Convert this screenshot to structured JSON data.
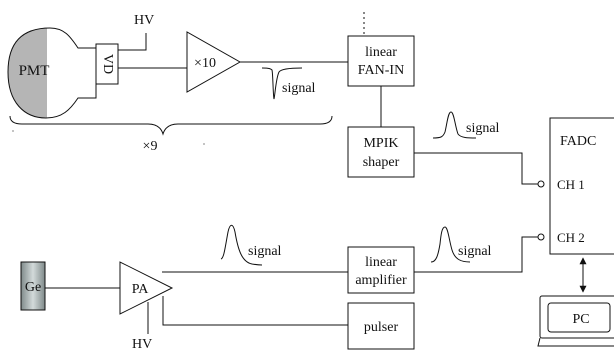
{
  "diagram": {
    "pmt": "PMT",
    "vd": "VD",
    "hv_top": "HV",
    "amp_x10": "×10",
    "signal_1": "signal",
    "fanin": {
      "line1": "linear",
      "line2": "FAN-IN"
    },
    "multiplicity": "×9",
    "mpik": {
      "line1": "MPIK",
      "line2": "shaper"
    },
    "signal_2": "signal",
    "fadc": "FADC",
    "ch1": "CH 1",
    "ch2": "CH 2",
    "ge": "Ge",
    "pa": "PA",
    "signal_3": "signal",
    "linamp": {
      "line1": "linear",
      "line2": "amplifier"
    },
    "signal_4": "signal",
    "pc": "PC",
    "pulser": "pulser",
    "hv_bottom": "HV"
  },
  "colors": {
    "line": "#111111",
    "pmt_fill": "#b5b5b5",
    "ge_gradient_dark": "#7f8a8a",
    "ge_gradient_light": "#d3dada"
  }
}
